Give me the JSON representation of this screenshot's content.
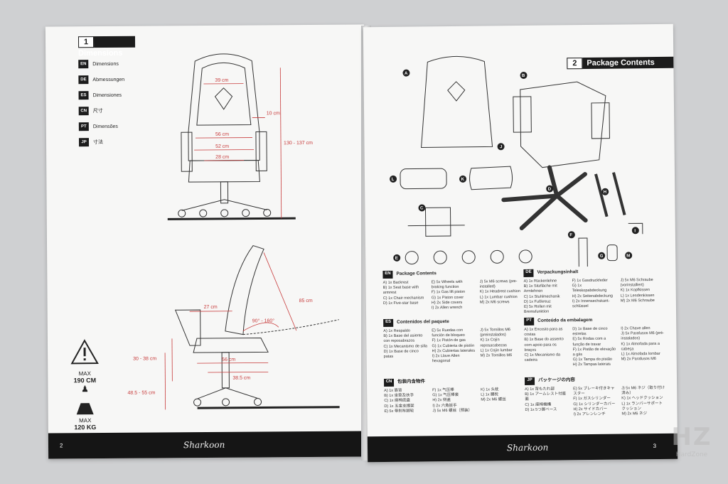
{
  "left_page": {
    "section_num": "1",
    "section_title": "Dimensions",
    "languages": [
      {
        "code": "EN",
        "label": "Dimensions"
      },
      {
        "code": "DE",
        "label": "Abmessungen"
      },
      {
        "code": "ES",
        "label": "Dimensiones"
      },
      {
        "code": "CN",
        "label": "尺寸"
      },
      {
        "code": "PT",
        "label": "Dimensões"
      },
      {
        "code": "JP",
        "label": "寸法"
      }
    ],
    "dims_front": [
      "39 cm",
      "10 cm",
      "56 cm",
      "52 cm",
      "28 cm",
      "130 - 137 cm"
    ],
    "dims_side": [
      "27 cm",
      "90° - 160°",
      "85 cm",
      "30 - 38 cm",
      "56 cm",
      "38.5 cm",
      "48.5 - 55 cm"
    ],
    "max_height": {
      "label": "MAX",
      "value": "190 CM"
    },
    "max_weight": {
      "label": "MAX",
      "value": "120 KG"
    },
    "page_number": "2",
    "brand": "Sharkoon"
  },
  "right_page": {
    "section_num": "2",
    "section_title": "Package Contents",
    "parts": [
      "A",
      "B",
      "C",
      "D",
      "E",
      "F",
      "G",
      "H",
      "I",
      "J",
      "K",
      "L",
      "M"
    ],
    "sections": [
      {
        "code": "EN",
        "title": "Package Contents",
        "columns": [
          [
            "A) 1x Backrest",
            "B) 1x Seat base with armrest",
            "C) 1x Chair mechanism",
            "D) 1x Five-star base"
          ],
          [
            "E) 5x Wheels with braking function",
            "F) 1x Gas lift piston",
            "G) 1x Piston cover",
            "H) 2x Side covers",
            "I) 2x Allen wrench"
          ],
          [
            "J) 5x M6 screws (pre-installed)",
            "K) 1x Headrest cushion",
            "L) 1x Lumbar cushion",
            "M) 2x M6 screws"
          ]
        ]
      },
      {
        "code": "DE",
        "title": "Verpackungsinhalt",
        "columns": [
          [
            "A) 1x Rückenlehne",
            "B) 1x Sitzfläche mit Armlehnen",
            "C) 1x Stuhlmechanik",
            "D) 1x Fußkreuz",
            "E) 5x Rollen mit Bremsfunktion"
          ],
          [
            "F) 1x Gasdruckfeder",
            "G) 1x Teleskopabdeckung",
            "H) 2x Seitenabdeckung",
            "I) 2x Innensechskant-schlüssel"
          ],
          [
            "J) 5x M6 Schraube (vorinstalliert)",
            "K) 1x Kopfkissen",
            "L) 1x Lendenkissen",
            "M) 2x M6 Schraube"
          ]
        ]
      },
      {
        "code": "ES",
        "title": "Contenidos del paquete",
        "columns": [
          [
            "A) 1x Respaldo",
            "B) 1x Base del asiento con reposabrazos",
            "C) 1x Mecanismo de silla",
            "D) 1x Base de cinco patas"
          ],
          [
            "E) 5x Ruedas con función de bloqueo",
            "F) 1x Pistón de gas",
            "G) 1x Cubierta de pistón",
            "H) 2x Cubiertas laterales",
            "I) 2x Llave Allen hexagonal"
          ],
          [
            "J) 5x Tornillos M6 (preinstalados)",
            "K) 1x Cojín reposacabezas",
            "L) 1x Cojín lumbar",
            "M) 2x Tornillos M6"
          ]
        ]
      },
      {
        "code": "PT",
        "title": "Conteúdo da embalagem",
        "columns": [
          [
            "A) 1x Encosto para as costas",
            "B) 1x Base do assento com apoio para os braços",
            "C) 1x Mecanismo da cadeira"
          ],
          [
            "D) 1x Base de cinco estrelas",
            "E) 5x Rodas com a função de travar",
            "F) 1x Pistão de elevação a gás",
            "G) 1x Tampa do pistão",
            "H) 2x Tampas laterais"
          ],
          [
            "I) 2x Chave allen",
            "J) 5x Parafusos M6 (pré-instalados)",
            "K) 1x Almofada para a cabeça",
            "L) 1x Almofada lombar",
            "M) 2x Parafusos M6"
          ]
        ]
      },
      {
        "code": "CN",
        "title": "包装内含物件",
        "columns": [
          [
            "A) 1x 靠背",
            "B) 1x 坐垫及扶手",
            "C) 1x 座椅底盘",
            "D) 1x 五金支撑架",
            "E) 5x 带刹车脚轮"
          ],
          [
            "F) 1x 气压棒",
            "G) 1x 气压棒套",
            "H) 2x 侧盖",
            "I) 2x 六角扳手",
            "J) 5x M6 螺丝（预装）"
          ],
          [
            "K) 1x 头枕",
            "L) 1x 腰枕",
            "M) 2x M6 螺丝"
          ]
        ]
      },
      {
        "code": "JP",
        "title": "パッケージの内容",
        "columns": [
          [
            "A) 1x 背もたれ部",
            "B) 1x アームレスト付座面",
            "C) 1x 座椅機構",
            "D) 1x 5つ脚ベース"
          ],
          [
            "E) 5x ブレーキ付きキャスター",
            "F) 1x ガスシリンダー",
            "G) 1x シリンダーカバー",
            "H) 2x サイドカバー",
            "I) 2x アレンレンチ"
          ],
          [
            "J) 5x M6 ネジ（取り付け済み）",
            "K) 1x ヘッドクッション",
            "L) 1x ランバーサポートクッション",
            "M) 2x M6 ネジ"
          ]
        ]
      }
    ],
    "page_number": "3",
    "brand": "Sharkoon"
  },
  "watermark": {
    "title": "HZ",
    "subtitle": "HardZone"
  }
}
